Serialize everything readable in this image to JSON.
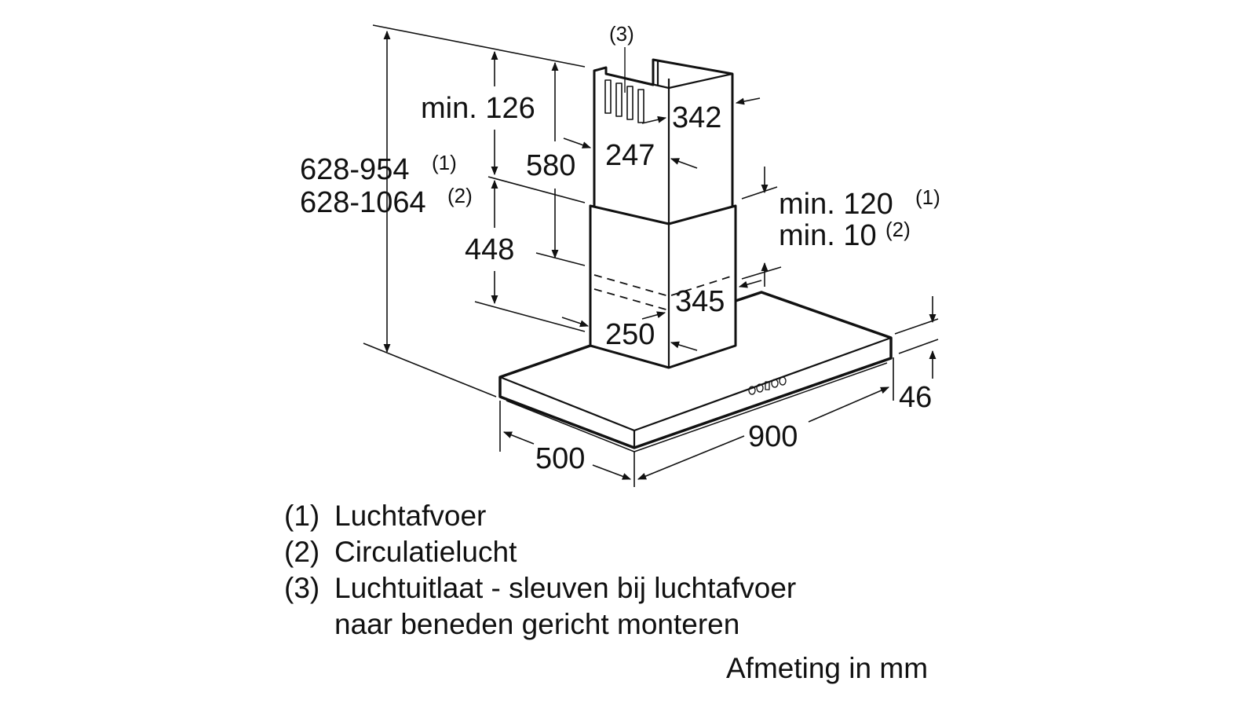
{
  "dimensions": {
    "total_height_1": "628-954",
    "total_height_1_note": "(1)",
    "total_height_2": "628-1064",
    "total_height_2_note": "(2)",
    "top_min": "min. 126",
    "upper_chimney": "580",
    "lower_chimney": "448",
    "outlet_marker": "(3)",
    "upper_depth": "342",
    "upper_width": "247",
    "lower_depth": "345",
    "lower_width": "250",
    "ceiling_gap_1": "min. 120",
    "ceiling_gap_1_note": "(1)",
    "ceiling_gap_2": "min. 10",
    "ceiling_gap_2_note": "(2)",
    "hood_height": "46",
    "hood_depth": "500",
    "hood_width": "900"
  },
  "legend": [
    {
      "num": "(1)",
      "text": "Luchtafvoer"
    },
    {
      "num": "(2)",
      "text": "Circulatielucht"
    },
    {
      "num": "(3)",
      "text": "Luchtuitlaat - sleuven bij luchtafvoer"
    },
    {
      "num": "",
      "text": "naar beneden gericht monteren"
    }
  ],
  "unit_note": "Afmeting in mm"
}
